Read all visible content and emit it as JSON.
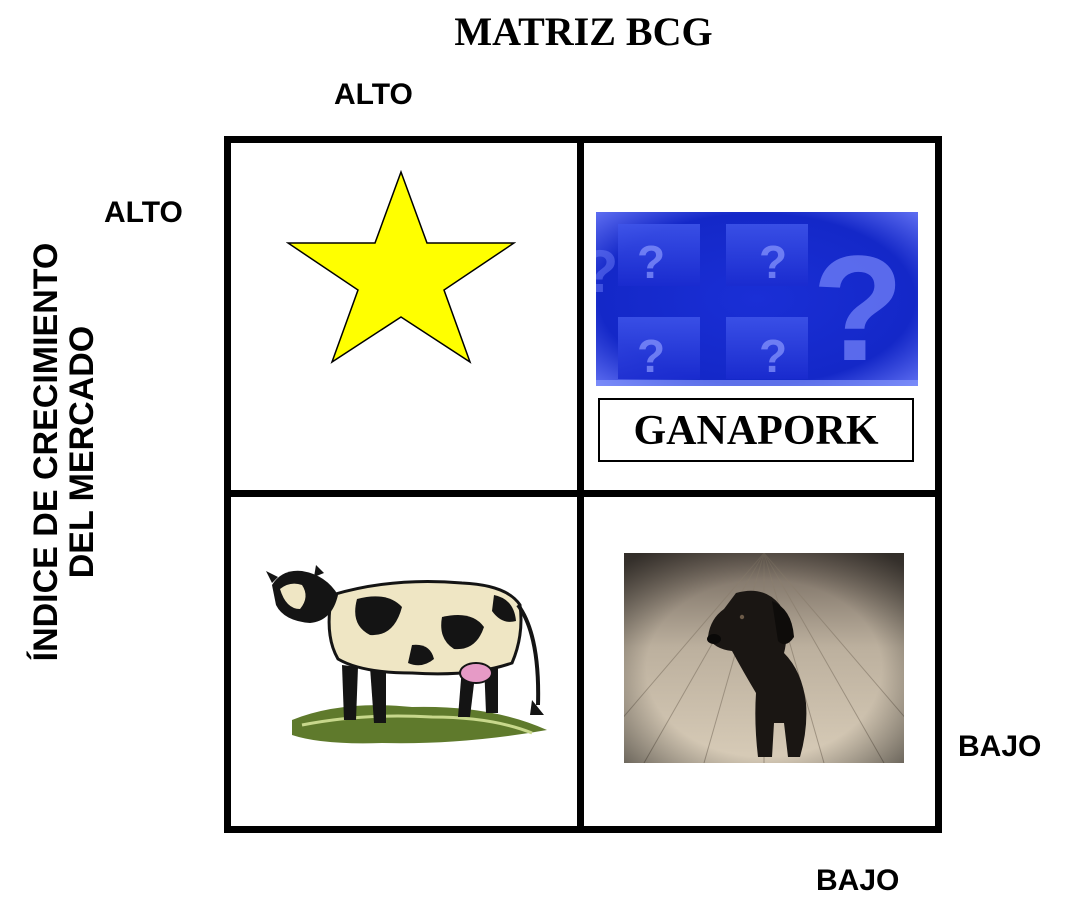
{
  "title": "MATRIZ BCG",
  "axes": {
    "top_high": "ALTO",
    "left_high": "ALTO",
    "right_low": "BAJO",
    "bottom_low": "BAJO",
    "vertical_label_line1": "ÍNDICE DE CRECIMIENTO",
    "vertical_label_line2": "DEL MERCADO"
  },
  "quadrants": {
    "top_left": {
      "icon": "star-icon",
      "color": "#ffff00"
    },
    "top_right": {
      "icon": "question-marks-image",
      "label": "GANAPORK",
      "color": "#1a2fd6"
    },
    "bottom_left": {
      "icon": "cow-icon"
    },
    "bottom_right": {
      "icon": "dog-photo"
    }
  }
}
